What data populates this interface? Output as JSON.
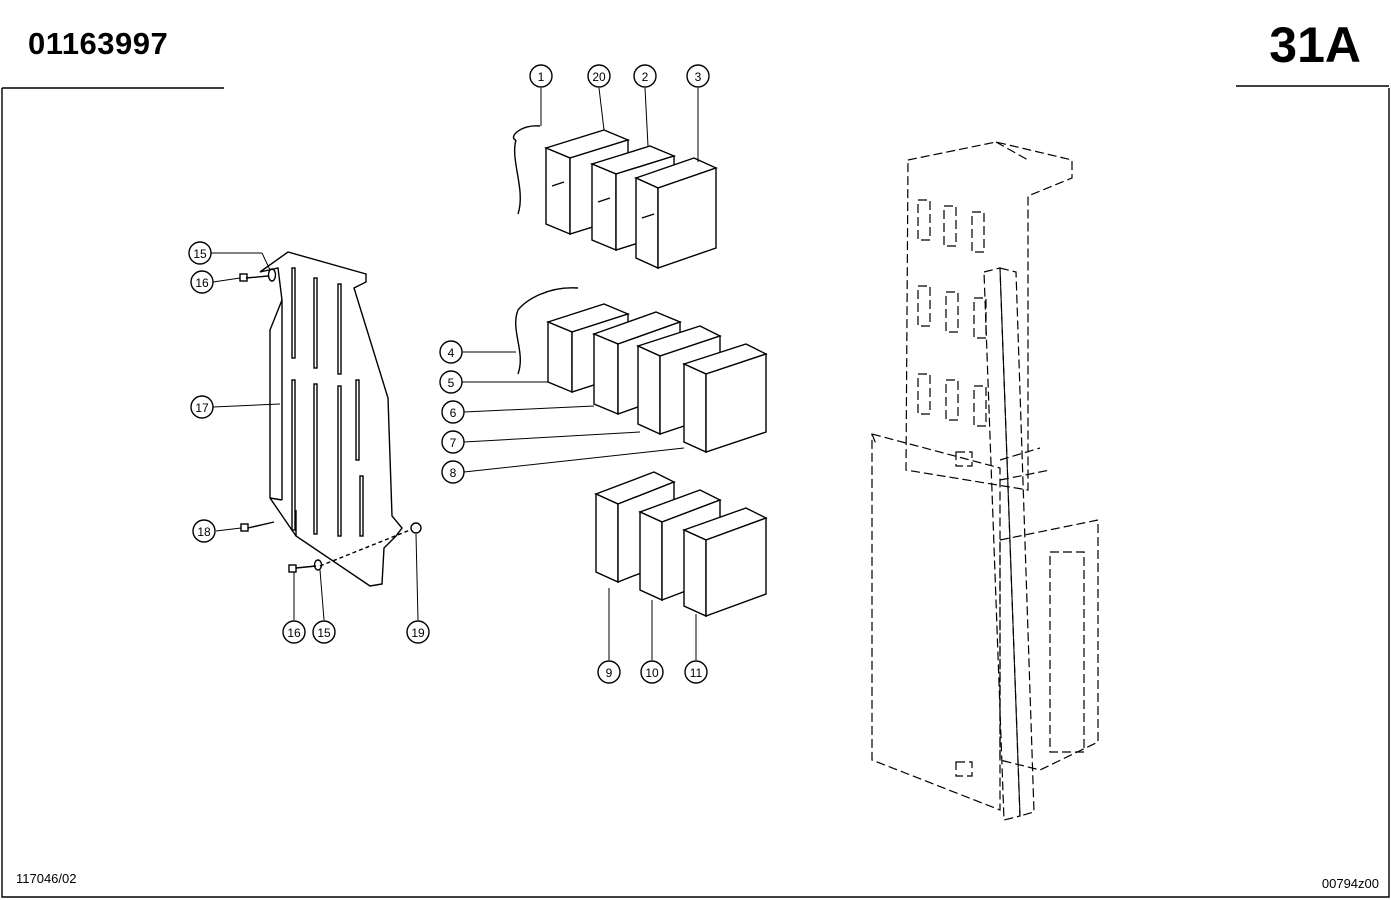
{
  "header": {
    "part_number": "01163997",
    "page_code": "31A"
  },
  "footer": {
    "left_ref": "117046/02",
    "right_ref": "00794z00"
  },
  "callouts": [
    "1",
    "20",
    "2",
    "3",
    "15",
    "16",
    "17",
    "18",
    "16",
    "15",
    "19",
    "4",
    "5",
    "6",
    "7",
    "8",
    "9",
    "10",
    "11"
  ]
}
